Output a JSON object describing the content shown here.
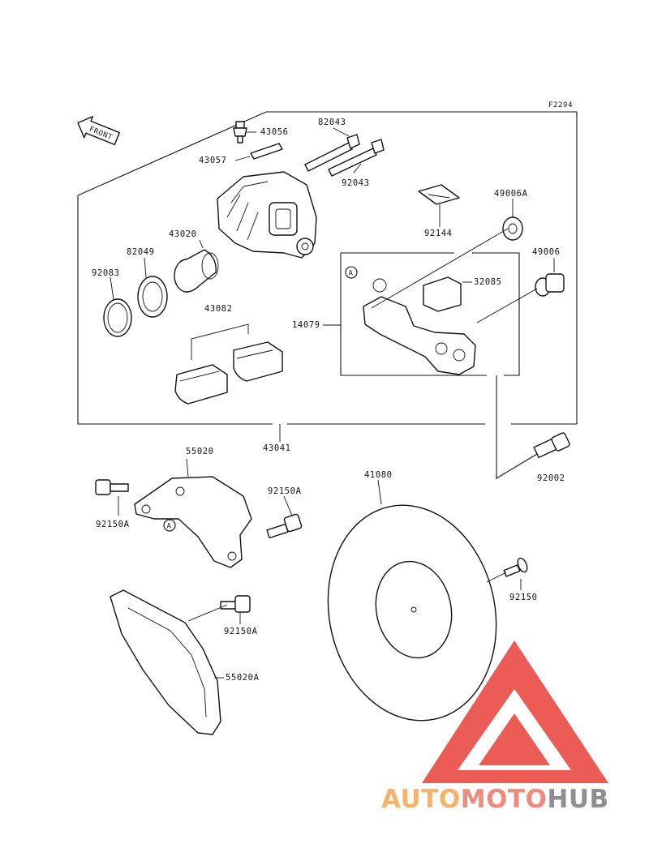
{
  "diagram_code": "F2294",
  "direction_label": "FRONT",
  "ref_marker": "A",
  "parts": {
    "p43056": "43056",
    "p43057": "43057",
    "p82043": "82043",
    "p92043": "92043",
    "p92144": "92144",
    "p49006A": "49006A",
    "p49006": "49006",
    "p43020": "43020",
    "p82049": "82049",
    "p92083": "92083",
    "p32085": "32085",
    "p14079": "14079",
    "p43082": "43082",
    "p43041": "43041",
    "p55020": "55020",
    "p92150A_left": "92150A",
    "p92150A_right": "92150A",
    "p92002": "92002",
    "p41080": "41080",
    "p92150": "92150",
    "p92150A_bottom": "92150A",
    "p55020A": "55020A"
  },
  "watermark": {
    "part1": "AUTO",
    "part2": "MOTO",
    "part3": "HUB",
    "color1": "#f5b26b",
    "color2": "#ef8a7e",
    "color3": "#8f8f8f",
    "triangle_color": "#e8403a"
  }
}
